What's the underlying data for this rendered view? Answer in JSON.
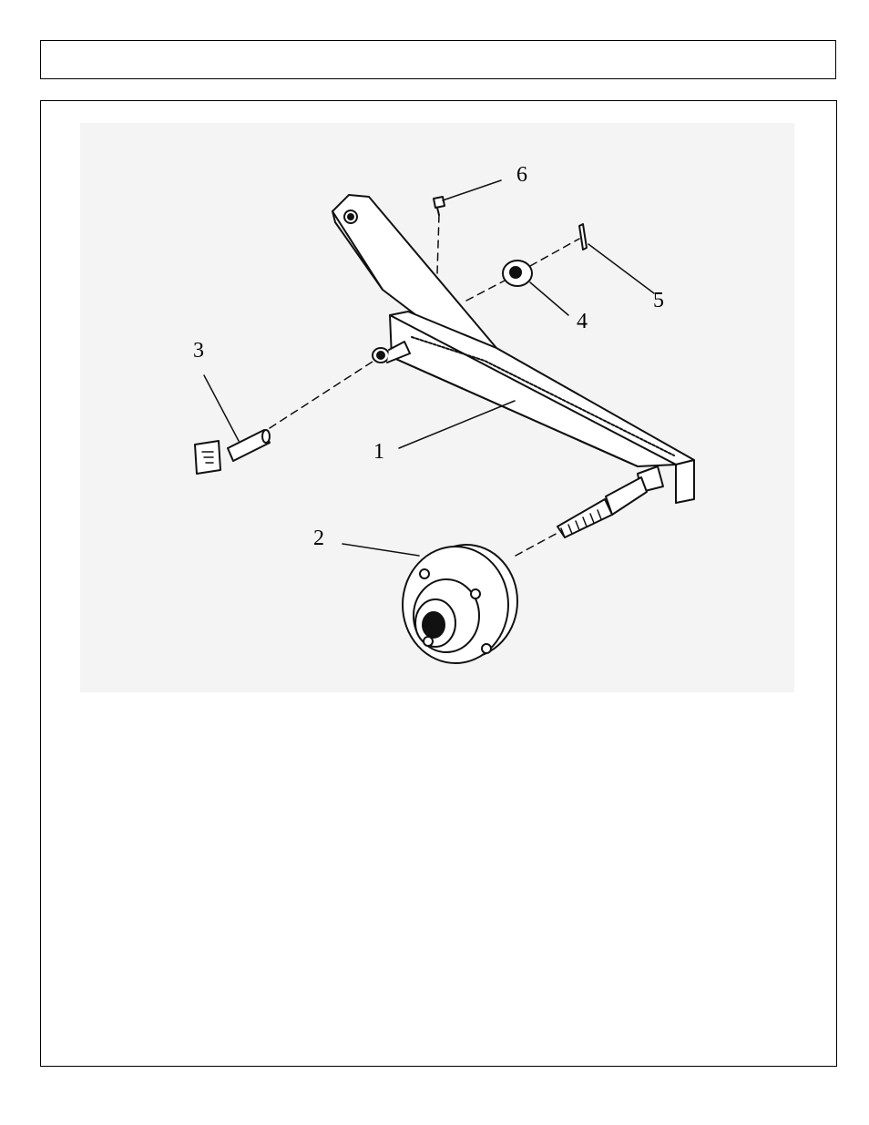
{
  "header": {
    "title": ""
  },
  "diagram": {
    "callouts": [
      {
        "id": "1",
        "label": "1"
      },
      {
        "id": "2",
        "label": "2"
      },
      {
        "id": "3",
        "label": "3"
      },
      {
        "id": "4",
        "label": "4"
      },
      {
        "id": "5",
        "label": "5"
      },
      {
        "id": "6",
        "label": "6"
      }
    ]
  }
}
